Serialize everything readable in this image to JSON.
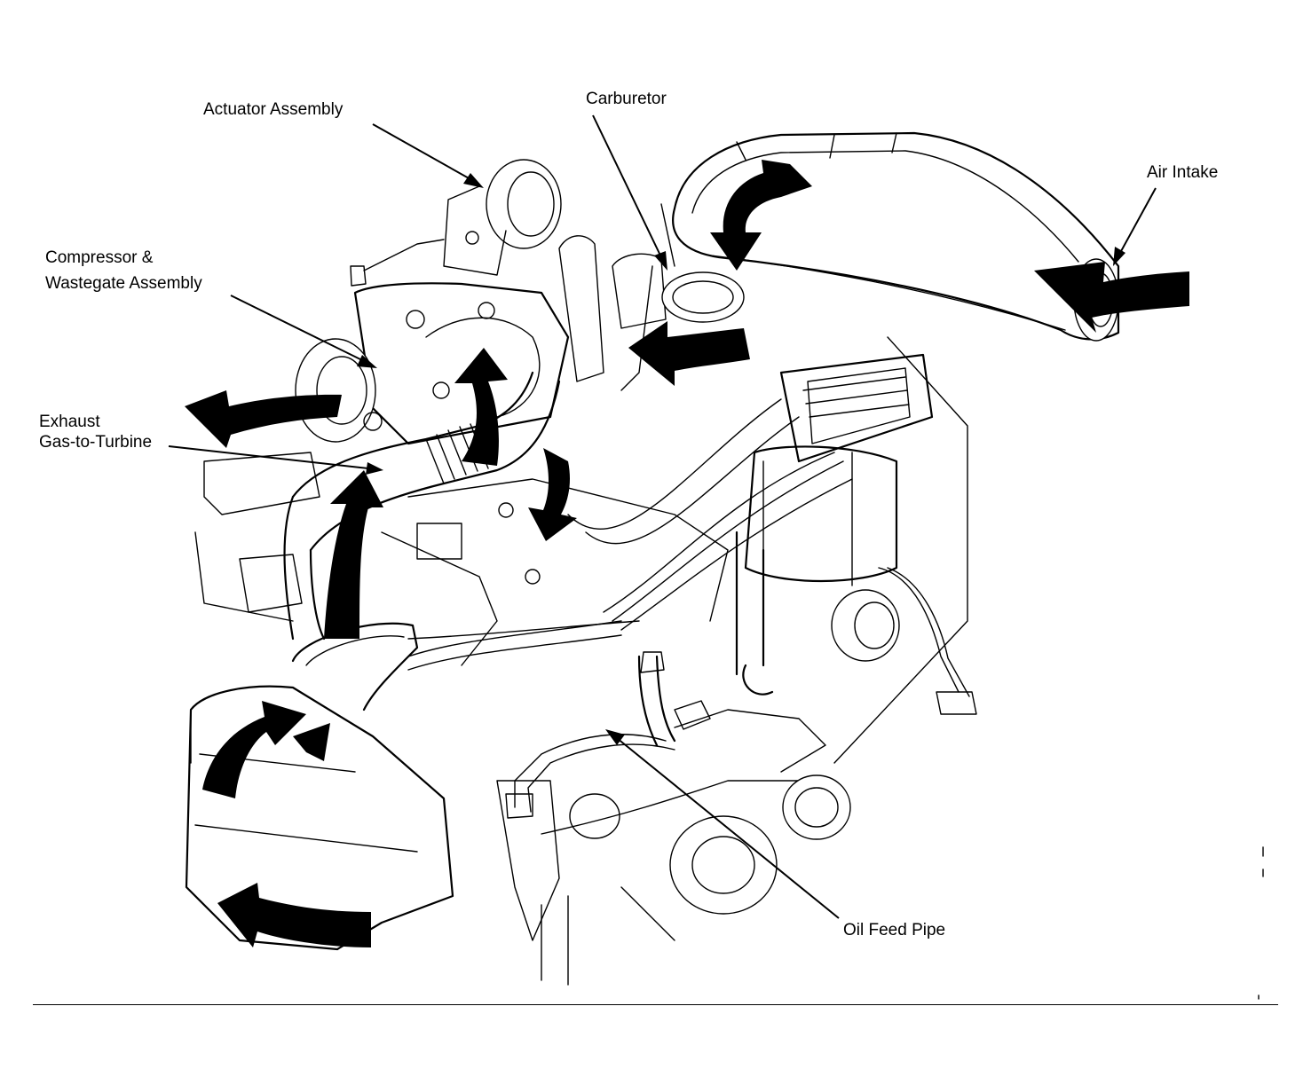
{
  "labels": {
    "actuator": "Actuator Assembly",
    "carburetor": "Carburetor",
    "air_intake": "Air Intake",
    "compressor_line1": "Compressor &",
    "compressor_line2": "Wastegate Assembly",
    "exhaust_line1": "Exhaust",
    "exhaust_line2": "Gas-to-Turbine",
    "oil_feed": "Oil Feed Pipe"
  },
  "colors": {
    "ink": "#000000",
    "paper": "#ffffff"
  }
}
